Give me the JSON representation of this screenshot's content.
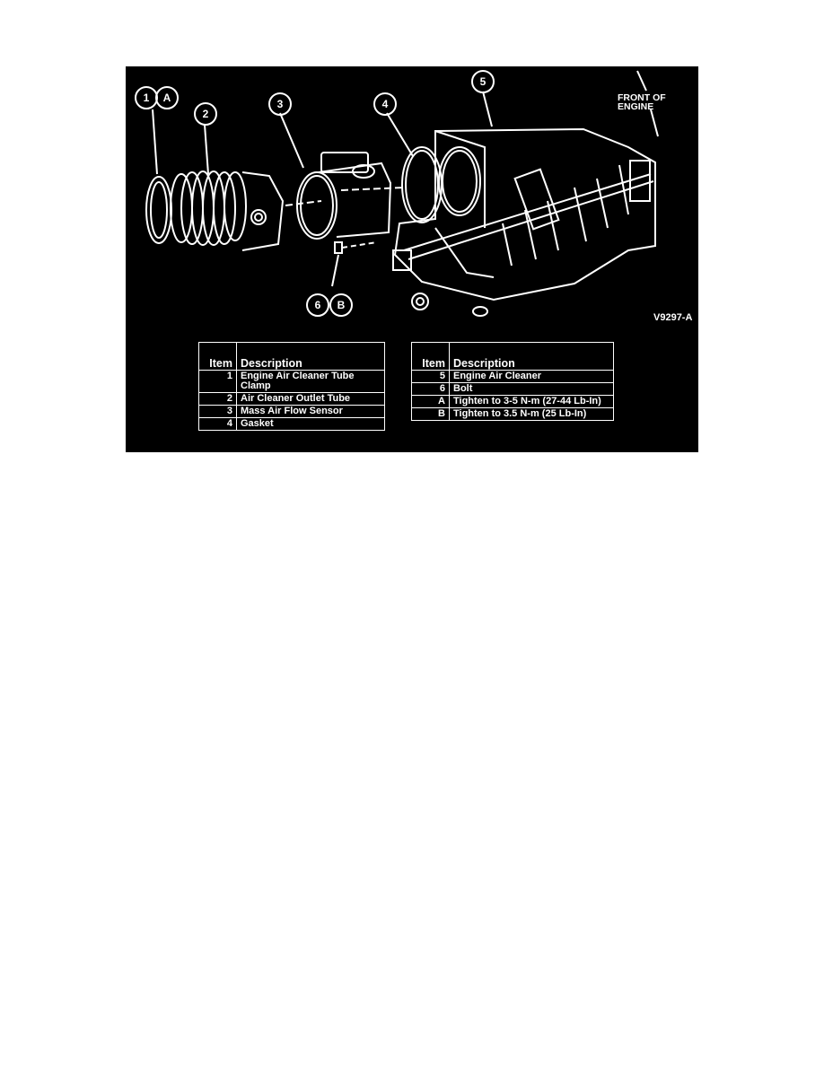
{
  "figure": {
    "id_label": "V9297-A",
    "orientation_label_line1": "FRONT OF",
    "orientation_label_line2": "ENGINE",
    "callouts": [
      "1",
      "A",
      "2",
      "3",
      "4",
      "5",
      "6",
      "B"
    ]
  },
  "legend_left": {
    "headers": {
      "item": "Item",
      "description": "Description"
    },
    "rows": [
      {
        "item": "1",
        "description": "Engine Air Cleaner Tube Clamp"
      },
      {
        "item": "2",
        "description": "Air Cleaner Outlet Tube"
      },
      {
        "item": "3",
        "description": "Mass Air Flow Sensor"
      },
      {
        "item": "4",
        "description": "Gasket"
      }
    ]
  },
  "legend_right": {
    "headers": {
      "item": "Item",
      "description": "Description"
    },
    "rows": [
      {
        "item": "5",
        "description": "Engine Air Cleaner"
      },
      {
        "item": "6",
        "description": "Bolt"
      },
      {
        "item": "A",
        "description": "Tighten to 3-5 N-m (27-44 Lb-In)"
      },
      {
        "item": "B",
        "description": "Tighten to 3.5 N-m (25 Lb-In)"
      }
    ]
  }
}
